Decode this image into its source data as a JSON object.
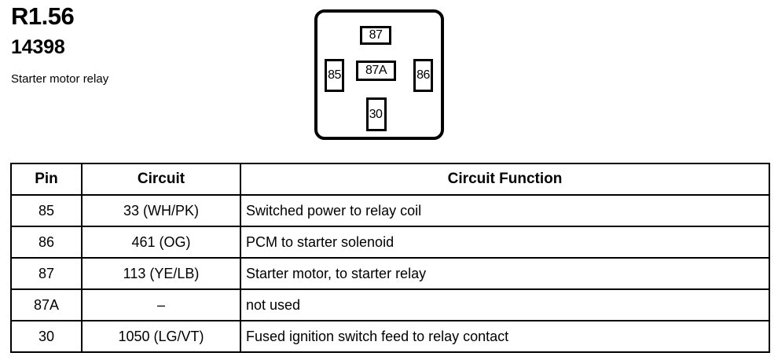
{
  "header": {
    "relay_id": "R1.56",
    "part_number": "14398",
    "description": "Starter motor relay"
  },
  "relay_diagram": {
    "name": "relay-terminal-footprint",
    "terminals": [
      {
        "label": "87",
        "position": "top"
      },
      {
        "label": "85",
        "position": "left"
      },
      {
        "label": "87A",
        "position": "center"
      },
      {
        "label": "86",
        "position": "right"
      },
      {
        "label": "30",
        "position": "bottom"
      }
    ]
  },
  "table": {
    "headers": {
      "pin": "Pin",
      "circuit": "Circuit",
      "function": "Circuit Function"
    },
    "rows": [
      {
        "pin": "85",
        "circuit": "33 (WH/PK)",
        "function": "Switched power to relay coil"
      },
      {
        "pin": "86",
        "circuit": "461 (OG)",
        "function": "PCM to starter solenoid"
      },
      {
        "pin": "87",
        "circuit": "113 (YE/LB)",
        "function": "Starter motor, to starter relay"
      },
      {
        "pin": "87A",
        "circuit": "–",
        "function": "not used"
      },
      {
        "pin": "30",
        "circuit": "1050 (LG/VT)",
        "function": "Fused ignition switch feed to relay contact"
      }
    ]
  }
}
